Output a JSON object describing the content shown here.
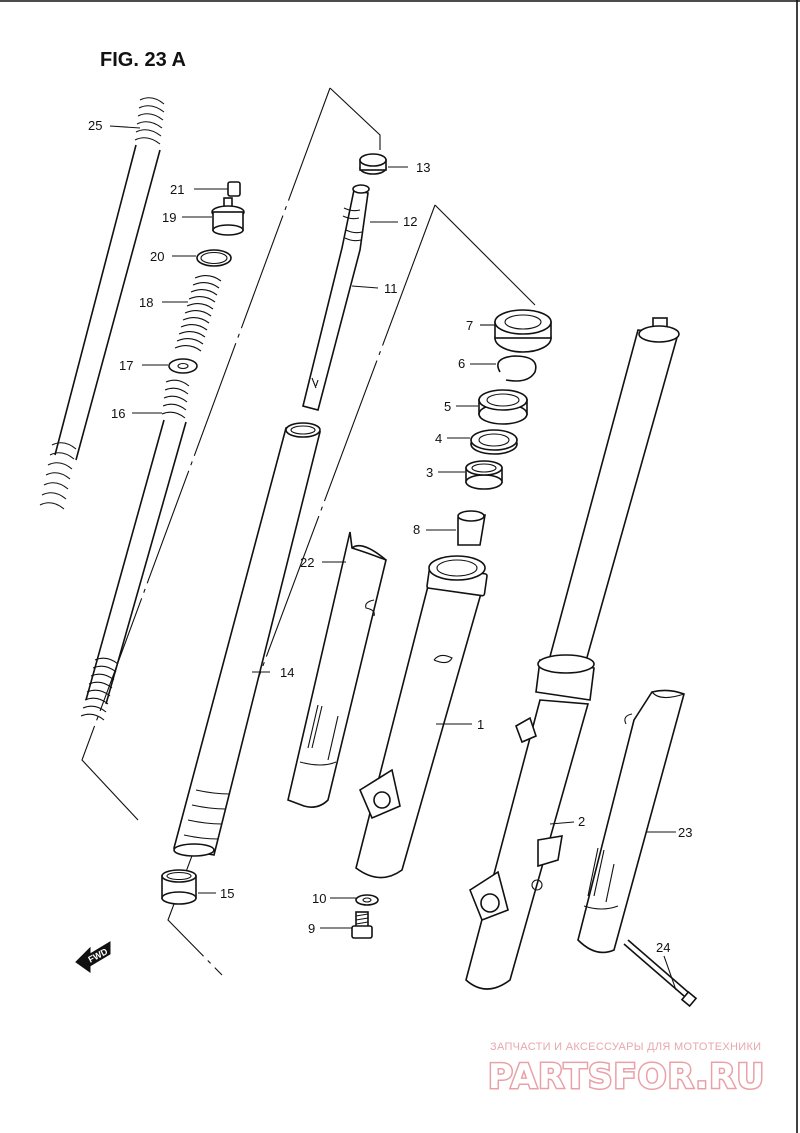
{
  "figure": {
    "title": "FIG. 23 A"
  },
  "callouts": [
    {
      "id": "25",
      "label": "25"
    },
    {
      "id": "21",
      "label": "21"
    },
    {
      "id": "19",
      "label": "19"
    },
    {
      "id": "20",
      "label": "20"
    },
    {
      "id": "18",
      "label": "18"
    },
    {
      "id": "17",
      "label": "17"
    },
    {
      "id": "16",
      "label": "16"
    },
    {
      "id": "13",
      "label": "13"
    },
    {
      "id": "12",
      "label": "12"
    },
    {
      "id": "11",
      "label": "11"
    },
    {
      "id": "7",
      "label": "7"
    },
    {
      "id": "6",
      "label": "6"
    },
    {
      "id": "5",
      "label": "5"
    },
    {
      "id": "4",
      "label": "4"
    },
    {
      "id": "3",
      "label": "3"
    },
    {
      "id": "8",
      "label": "8"
    },
    {
      "id": "22",
      "label": "22"
    },
    {
      "id": "1",
      "label": "1"
    },
    {
      "id": "14",
      "label": "14"
    },
    {
      "id": "2",
      "label": "2"
    },
    {
      "id": "23",
      "label": "23"
    },
    {
      "id": "10",
      "label": "10"
    },
    {
      "id": "9",
      "label": "9"
    },
    {
      "id": "15",
      "label": "15"
    },
    {
      "id": "24",
      "label": "24"
    }
  ],
  "direction_marker": {
    "label": "FWD"
  },
  "watermark": {
    "tagline": "ЗАПЧАСТИ И АКСЕССУАРЫ ДЛЯ МОТОТЕХНИКИ",
    "brand": "PARTSFOR.RU"
  },
  "colors": {
    "ink": "#111111",
    "watermark": "#e9a0a6",
    "background": "#ffffff"
  }
}
